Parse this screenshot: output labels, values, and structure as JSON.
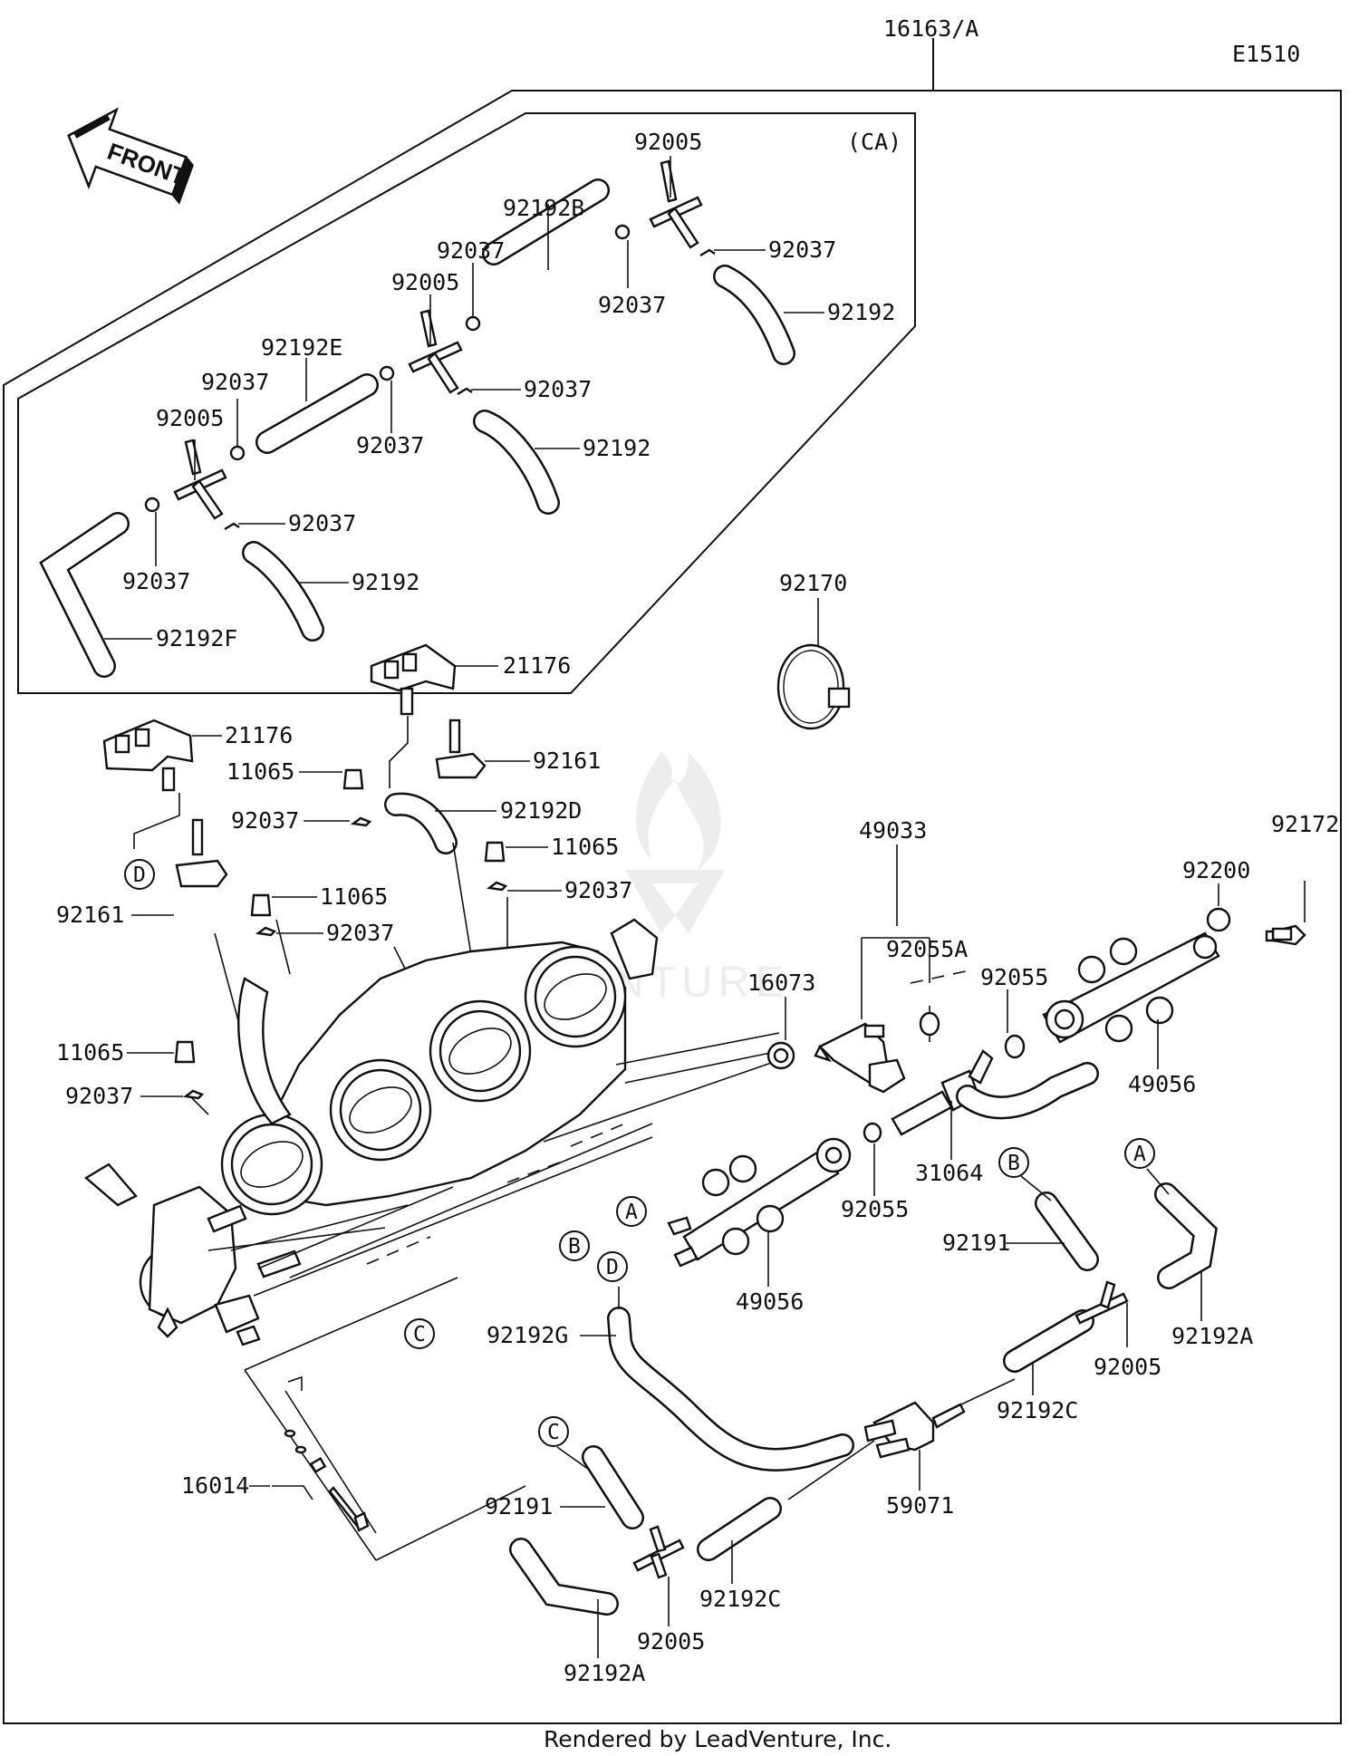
{
  "header": {
    "assembly_ref": "16163/A",
    "diagram_code": "E1510"
  },
  "front_arrow": {
    "label": "FRONT"
  },
  "ca_box": {
    "label": "(CA)"
  },
  "callouts": {
    "ca_92005_top": "92005",
    "ca_92037_a": "92037",
    "ca_92192B": "92192B",
    "ca_92037_b": "92037",
    "ca_92037_c": "92037",
    "ca_92192_a": "92192",
    "ca_92005_mid": "92005",
    "ca_92192E": "92192E",
    "ca_92037_d": "92037",
    "ca_92037_e": "92037",
    "ca_92037_f": "92037",
    "ca_92192_b": "92192",
    "ca_92005_low": "92005",
    "ca_92037_g": "92037",
    "ca_92037_h": "92037",
    "ca_92192_c": "92192",
    "ca_92192F": "92192F",
    "p92170": "92170",
    "p21176_right": "21176",
    "p92161_right": "92161",
    "p92192D": "92192D",
    "p21176_left": "21176",
    "p11065_a": "11065",
    "p92037_a": "92037",
    "p11065_b": "11065",
    "p92037_b": "92037",
    "p11065_c": "11065",
    "p92037_c": "92037",
    "p92161_left": "92161",
    "p11065_d": "11065",
    "p92037_d": "92037",
    "p49033": "49033",
    "p92055A": "92055A",
    "p16073": "16073",
    "p92055_a": "92055",
    "p92200": "92200",
    "p92172": "92172",
    "p49056_right": "49056",
    "p31064": "31064",
    "p92055_b": "92055",
    "p49056_left": "49056",
    "p92191_b": "92191",
    "p92192A_right": "92192A",
    "p92005_right": "92005",
    "p92192G": "92192G",
    "p92192C_right": "92192C",
    "p59071": "59071",
    "p16014": "16014",
    "p92191_c": "92191",
    "p92192C_low": "92192C",
    "p92005_low": "92005",
    "p92192A_low": "92192A"
  },
  "connector_markers": {
    "A": "A",
    "B": "B",
    "C": "C",
    "D": "D"
  },
  "footer": {
    "credit": "Rendered by LeadVenture, Inc."
  }
}
